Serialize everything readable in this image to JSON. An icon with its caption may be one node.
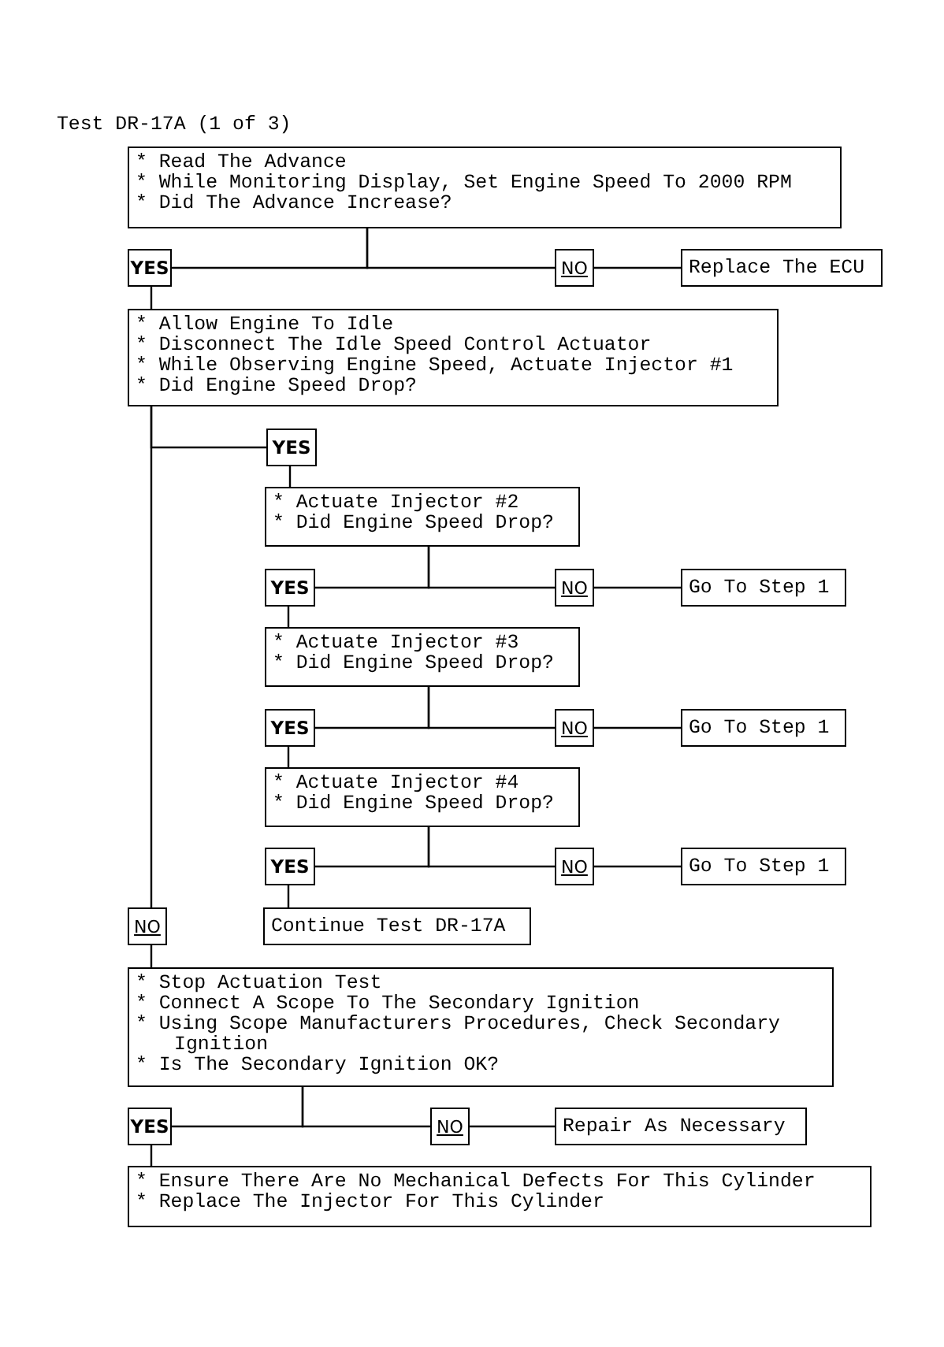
{
  "diagram": {
    "title": "Test DR-17A (1 of 3)",
    "nodes": [
      {
        "text": [
          "* Read The Advance",
          "* While Monitoring Display, Set Engine Speed To 2000 RPM",
          "* Did The Advance Increase?"
        ]
      },
      {
        "text": [
          "YES"
        ]
      },
      {
        "text": [
          "NO"
        ]
      },
      {
        "text": [
          "Replace The ECU"
        ]
      },
      {
        "text": [
          "* Allow Engine To Idle",
          "* Disconnect The Idle Speed Control Actuator",
          "* While Observing Engine Speed, Actuate Injector #1",
          "* Did Engine Speed Drop?"
        ]
      },
      {
        "text": [
          "YES"
        ]
      },
      {
        "text": [
          "* Actuate Injector #2",
          "* Did Engine Speed Drop?"
        ]
      },
      {
        "text": [
          "YES"
        ]
      },
      {
        "text": [
          "NO"
        ]
      },
      {
        "text": [
          "Go To Step 1"
        ]
      },
      {
        "text": [
          "* Actuate Injector #3",
          "* Did Engine Speed Drop?"
        ]
      },
      {
        "text": [
          "YES"
        ]
      },
      {
        "text": [
          "NO"
        ]
      },
      {
        "text": [
          "Go To Step 1"
        ]
      },
      {
        "text": [
          "* Actuate Injector #4",
          "* Did Engine Speed Drop?"
        ]
      },
      {
        "text": [
          "YES"
        ]
      },
      {
        "text": [
          "NO"
        ]
      },
      {
        "text": [
          "Go To Step 1"
        ]
      },
      {
        "text": [
          "NO"
        ]
      },
      {
        "text": [
          "Continue Test DR-17A"
        ]
      },
      {
        "text": [
          "* Stop Actuation Test",
          "* Connect A Scope To The Secondary Ignition",
          "* Using Scope Manufacturers Procedures, Check Secondary Ignition",
          "* Is The Secondary Ignition OK?"
        ]
      },
      {
        "text": [
          "YES"
        ]
      },
      {
        "text": [
          "NO"
        ]
      },
      {
        "text": [
          "Repair As Necessary"
        ]
      },
      {
        "text": [
          "* Ensure There Are No Mechanical Defects For This Cylinder",
          "* Replace The Injector For This Cylinder"
        ]
      }
    ],
    "edges": [
      {
        "from": 0,
        "to": 1,
        "arrow": "none"
      },
      {
        "from": 0,
        "to": 2,
        "arrow": "none"
      },
      {
        "from": 2,
        "to": 3,
        "arrow": "none"
      },
      {
        "from": 1,
        "to": 4,
        "arrow": "none"
      },
      {
        "from": 4,
        "to": 5,
        "arrow": "none"
      },
      {
        "from": 4,
        "to": 18,
        "arrow": "none"
      },
      {
        "from": 5,
        "to": 6,
        "arrow": "none"
      },
      {
        "from": 6,
        "to": 7,
        "arrow": "none"
      },
      {
        "from": 6,
        "to": 8,
        "arrow": "none"
      },
      {
        "from": 8,
        "to": 9,
        "arrow": "none"
      },
      {
        "from": 7,
        "to": 10,
        "arrow": "none"
      },
      {
        "from": 10,
        "to": 11,
        "arrow": "none"
      },
      {
        "from": 10,
        "to": 12,
        "arrow": "none"
      },
      {
        "from": 12,
        "to": 13,
        "arrow": "none"
      },
      {
        "from": 11,
        "to": 14,
        "arrow": "none"
      },
      {
        "from": 14,
        "to": 15,
        "arrow": "none"
      },
      {
        "from": 14,
        "to": 16,
        "arrow": "none"
      },
      {
        "from": 16,
        "to": 17,
        "arrow": "none"
      },
      {
        "from": 15,
        "to": 19,
        "arrow": "none"
      },
      {
        "from": 18,
        "to": 20,
        "arrow": "none"
      },
      {
        "from": 20,
        "to": 21,
        "arrow": "none"
      },
      {
        "from": 20,
        "to": 22,
        "arrow": "none"
      },
      {
        "from": 22,
        "to": 23,
        "arrow": "none"
      },
      {
        "from": 21,
        "to": 24,
        "arrow": "none"
      }
    ]
  }
}
